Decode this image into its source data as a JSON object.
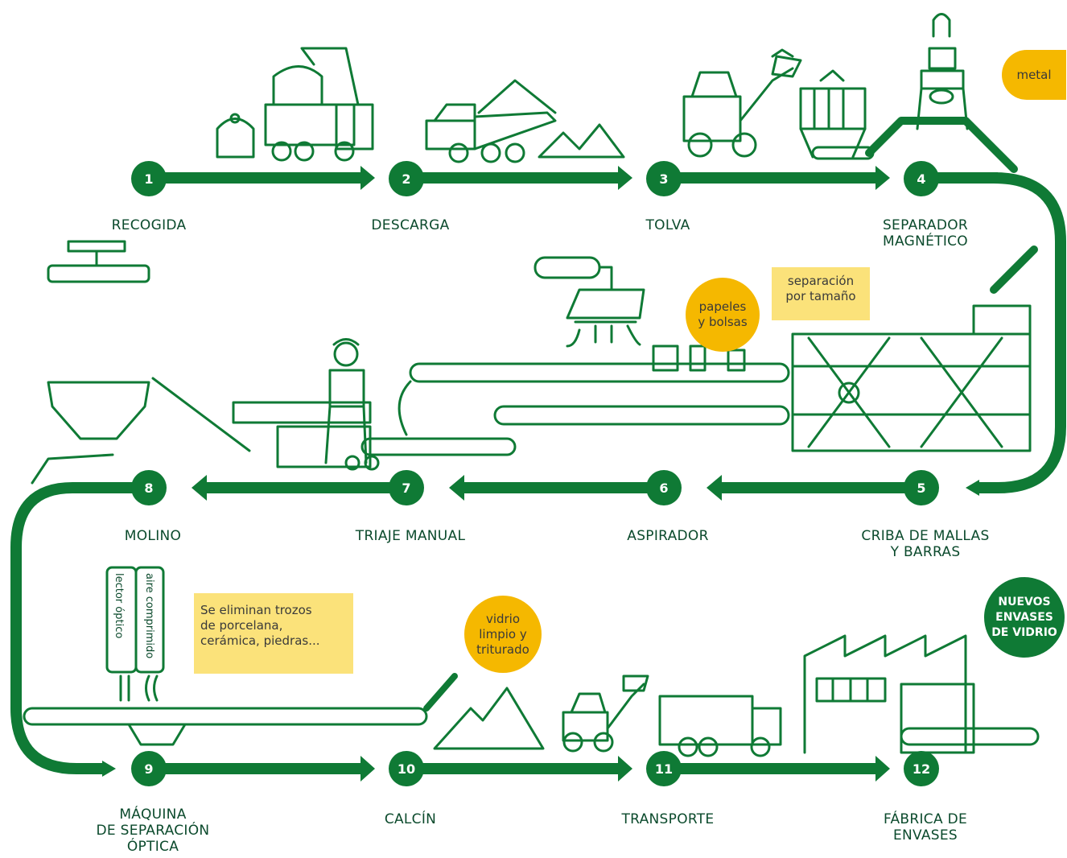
{
  "steps": [
    {
      "n": "1",
      "label": "RECOGIDA"
    },
    {
      "n": "2",
      "label": "DESCARGA"
    },
    {
      "n": "3",
      "label": "TOLVA"
    },
    {
      "n": "4",
      "label": "SEPARADOR\nMAGNÉTICO"
    },
    {
      "n": "5",
      "label": "CRIBA DE MALLAS\nY BARRAS"
    },
    {
      "n": "6",
      "label": "ASPIRADOR"
    },
    {
      "n": "7",
      "label": "TRIAJE MANUAL"
    },
    {
      "n": "8",
      "label": "MOLINO"
    },
    {
      "n": "9",
      "label": "MÁQUINA\nDE SEPARACIÓN\nÓPTICA"
    },
    {
      "n": "10",
      "label": "CALCÍN"
    },
    {
      "n": "11",
      "label": "TRANSPORTE"
    },
    {
      "n": "12",
      "label": "FÁBRICA DE\nENVASES"
    }
  ],
  "callouts": {
    "metal": "metal",
    "papeles": "papeles\ny bolsas",
    "separacion": "separación\npor tamaño",
    "eliminan": "Se eliminan trozos\nde porcelana,\ncerámica, piedras...",
    "vidrio": "vidrio\nlimpio y\ntriturado",
    "nuevos": "NUEVOS\nENVASES\nDE VIDRIO"
  },
  "machine_text": {
    "lector": "lector óptico",
    "aire": "aire comprimido"
  },
  "colors": {
    "green": "#0f7a35",
    "dark_green": "#0b4a2c",
    "yellow": "#f5b800",
    "light_yellow": "#fbe27a"
  }
}
